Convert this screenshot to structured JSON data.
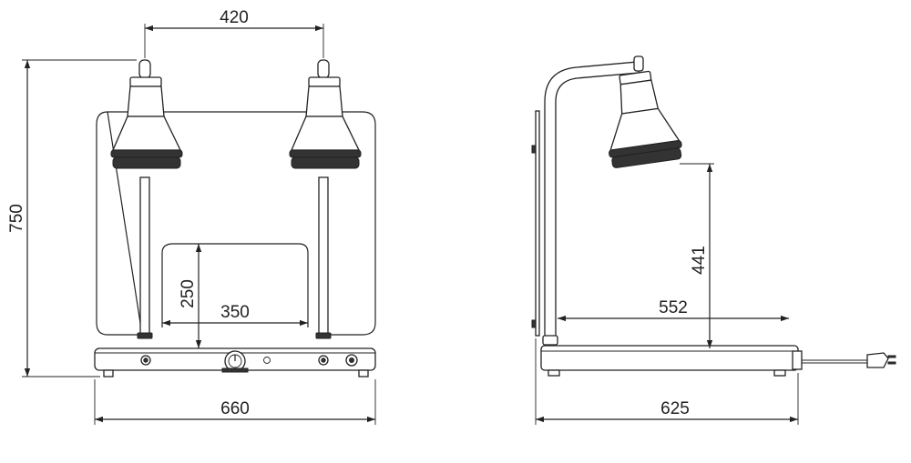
{
  "dimensions": {
    "front_lamp_spacing": "420",
    "front_total_height": "750",
    "front_opening_height": "250",
    "front_opening_width": "350",
    "front_base_width": "660",
    "side_lamp_height": "441",
    "side_reach": "552",
    "side_base_depth": "625"
  }
}
